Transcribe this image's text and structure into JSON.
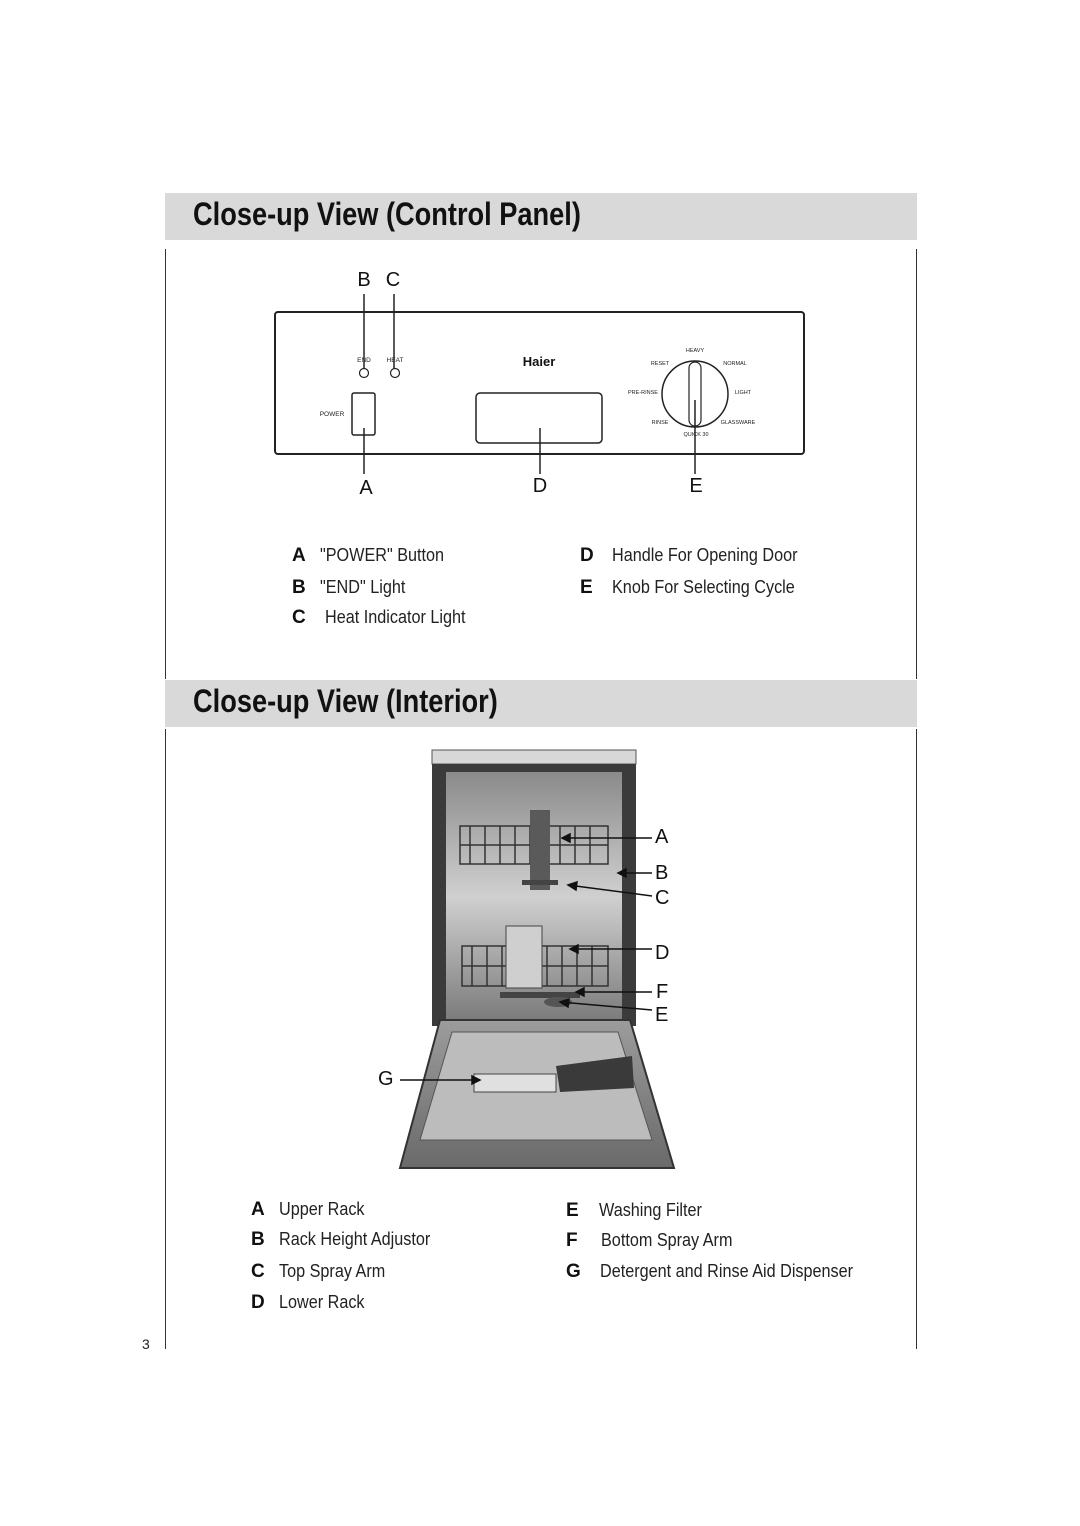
{
  "page_number": "3",
  "control_panel": {
    "title": "Close-up View (Control Panel)",
    "callouts": {
      "a": "A",
      "b": "B",
      "c": "C",
      "d": "D",
      "e": "E"
    },
    "panel": {
      "brand": "Haier",
      "end_label": "END",
      "heat_label": "HEAT",
      "power_label": "POWER",
      "knob_labels": {
        "heavy": "HEAVY",
        "reset": "RESET",
        "normal": "NORMAL",
        "pre_rinse": "PRE-RINSE",
        "light": "LIGHT",
        "rinse": "RINSE",
        "glassware": "GLASSWARE",
        "quick": "QUICK 30"
      }
    },
    "legend_left": [
      {
        "letter": "A",
        "text": "\"POWER\" Button"
      },
      {
        "letter": "B",
        "text": "\"END\" Light"
      },
      {
        "letter": "C",
        "text": "Heat Indicator Light"
      }
    ],
    "legend_right": [
      {
        "letter": "D",
        "text": "Handle For Opening Door"
      },
      {
        "letter": "E",
        "text": "Knob For Selecting Cycle"
      }
    ]
  },
  "interior": {
    "title": "Close-up View (Interior)",
    "callouts": {
      "a": "A",
      "b": "B",
      "c": "C",
      "d": "D",
      "f": "F",
      "e": "E",
      "g": "G"
    },
    "legend_left": [
      {
        "letter": "A",
        "text": "Upper Rack"
      },
      {
        "letter": "B",
        "text": "Rack Height Adjustor"
      },
      {
        "letter": "C",
        "text": "Top Spray Arm"
      },
      {
        "letter": "D",
        "text": "Lower Rack"
      }
    ],
    "legend_right": [
      {
        "letter": "E",
        "text": "Washing Filter"
      },
      {
        "letter": "F",
        "text": "Bottom Spray Arm"
      },
      {
        "letter": "G",
        "text": "Detergent and Rinse Aid Dispenser"
      }
    ]
  }
}
